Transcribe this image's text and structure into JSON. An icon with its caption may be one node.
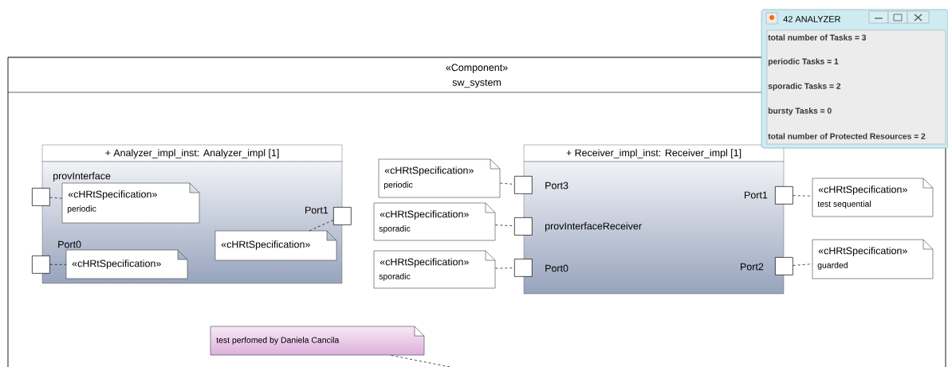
{
  "diagram": {
    "nodes": [
      {
        "text": [
          "«Component»",
          "sw_system"
        ]
      },
      {
        "text": [
          "+ Analyzer_impl_inst: Analyzer_impl [1]"
        ],
        "in": 0
      },
      {
        "text": [
          "provInterface"
        ],
        "in": 0
      },
      {
        "text": [
          "«cHRtSpecification»",
          "periodic"
        ],
        "in": 1
      },
      {
        "text": [
          "Port1"
        ],
        "in": 0
      },
      {
        "text": [
          "«cHRtSpecification»"
        ],
        "in": 1
      },
      {
        "text": [
          "Port0"
        ],
        "in": 0
      },
      {
        "text": [
          "«cHRtSpecification»"
        ],
        "in": 1
      },
      {
        "text": [
          "+ Receiver_impl_inst: Receiver_impl [1]"
        ],
        "in": 0
      },
      {
        "text": [
          "«cHRtSpecification»",
          "periodic"
        ],
        "in": 0
      },
      {
        "text": [
          "Port3"
        ],
        "in": 0
      },
      {
        "text": [
          "«cHRtSpecification»",
          "sporadic"
        ],
        "in": 0
      },
      {
        "text": [
          "provInterfaceReceiver"
        ],
        "in": 0
      },
      {
        "text": [
          "«cHRtSpecification»",
          "sporadic"
        ],
        "in": 0
      },
      {
        "text": [
          "Port0"
        ],
        "in": 0
      },
      {
        "text": [
          "Port1"
        ],
        "in": 0
      },
      {
        "text": [
          "«cHRtSpecification»",
          "test sequential"
        ],
        "in": 0
      },
      {
        "text": [
          "Port2"
        ],
        "in": 0
      },
      {
        "text": [
          "«cHRtSpecification»",
          "guarded"
        ],
        "in": 0
      },
      {
        "text": [
          "test perfomed by Daniela Cancila"
        ],
        "in": 0
      },
      {
        "text": [
          "42 ANALYZER",
          "total number of Tasks = 3",
          "periodic Tasks = 1",
          "sporadic Tasks = 2",
          "bursty Tasks = 0",
          "total number of Protected Resources = 2"
        ]
      }
    ],
    "edges": [
      {
        "from": 2,
        "to": 3,
        "arrow": "none",
        "style": "dashed"
      },
      {
        "from": 4,
        "to": 5,
        "arrow": "none",
        "style": "dashed"
      },
      {
        "from": 6,
        "to": 7,
        "arrow": "none",
        "style": "dashed"
      },
      {
        "from": 9,
        "to": 10,
        "arrow": "none",
        "style": "dashed"
      },
      {
        "from": 11,
        "to": 12,
        "arrow": "none",
        "style": "dashed"
      },
      {
        "from": 13,
        "to": 14,
        "arrow": "none",
        "style": "dashed"
      },
      {
        "from": 15,
        "to": 16,
        "arrow": "none",
        "style": "dashed"
      },
      {
        "from": 17,
        "to": 18,
        "arrow": "none",
        "style": "dashed"
      },
      {
        "from": 19,
        "to": null,
        "arrow": "none",
        "style": "dashed"
      }
    ]
  }
}
